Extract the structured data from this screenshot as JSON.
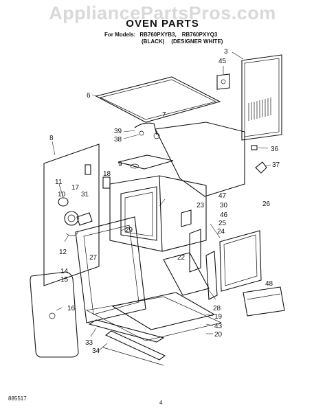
{
  "watermark": "AppliancePartsPros.com",
  "title": "OVEN PARTS",
  "models": {
    "prefix": "For Models:",
    "model_1": "RB760PXYB3,",
    "model_2": "RB760PXYQ3",
    "color_1": "(BLACK)",
    "color_2": "(DESIGNER WHITE)"
  },
  "callouts": {
    "c3": "3",
    "c45": "45",
    "c6": "6",
    "c7": "7",
    "c39": "39",
    "c38": "38",
    "c36": "36",
    "c8": "8",
    "c9": "9",
    "c37": "37",
    "c18": "18",
    "c11": "11",
    "c17": "17",
    "c10": "10",
    "c31": "31",
    "c47": "47",
    "c26": "26",
    "c30": "30",
    "c23": "23",
    "c46": "46",
    "c25": "25",
    "c24": "24",
    "c29": "29",
    "c12": "12",
    "c27": "27",
    "c22": "22",
    "c14": "14",
    "c15": "15",
    "c16": "16",
    "c28": "28",
    "c48": "48",
    "c19": "19",
    "c43": "43",
    "c20": "20",
    "c33": "33",
    "c34": "34"
  },
  "footer": {
    "doc_number": "885517",
    "page_number": "4"
  }
}
